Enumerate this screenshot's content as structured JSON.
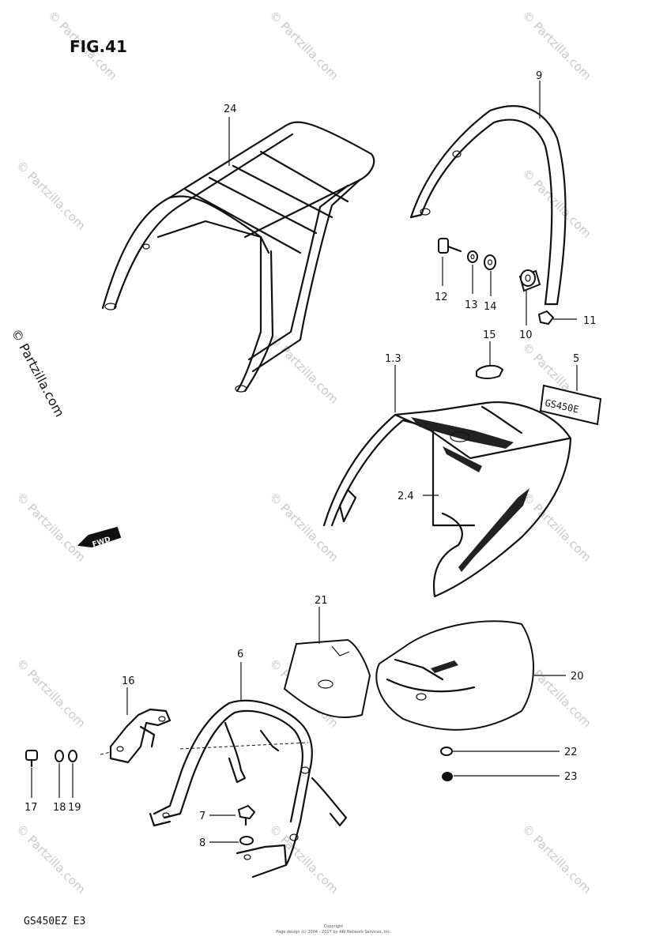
{
  "figure_title": "FIG.41",
  "model_code": "GS450EZ E3",
  "copyright_lines": [
    "Copyright",
    "Page design (c) 2004 - 2017 by ARI Network Services, Inc."
  ],
  "watermark": "© Partzilla.com",
  "fwd_arrow": "FWD",
  "decal_text": "GS450E",
  "callouts": {
    "p24": "24",
    "p9": "9",
    "p12": "12",
    "p13": "13",
    "p14": "14",
    "p10": "10",
    "p11": "11",
    "p15": "15",
    "p13a": "1.3",
    "p5": "5",
    "p24a": "2.4",
    "p21": "21",
    "p20": "20",
    "p6": "6",
    "p16": "16",
    "p22": "22",
    "p23": "23",
    "p17": "17",
    "p18": "18",
    "p19": "19",
    "p7": "7",
    "p8": "8"
  }
}
